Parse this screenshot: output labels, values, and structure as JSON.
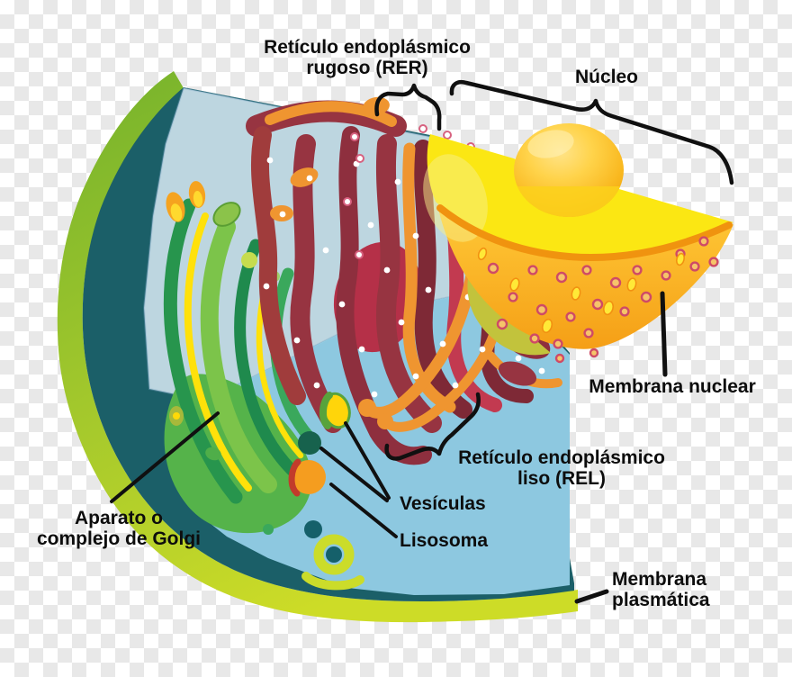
{
  "labels": {
    "rer": {
      "line1": "Retículo endoplásmico",
      "line2": "rugoso (RER)"
    },
    "nucleo": "Núcleo",
    "membrana_nuclear": "Membrana nuclear",
    "rel": {
      "line1": "Retículo endoplásmico",
      "line2": "liso (REL)"
    },
    "vesiculas": "Vesículas",
    "lisosoma": "Lisosoma",
    "golgi": {
      "line1": "Aparato o",
      "line2": "complejo de Golgi"
    },
    "membrana_plasmatica": {
      "line1": "Membrana",
      "line2": "plasmática"
    }
  },
  "diagram": {
    "subject": "animal cell cutaway (Spanish labels)",
    "organelles": [
      "Retículo endoplásmico rugoso (RER)",
      "Núcleo",
      "Membrana nuclear",
      "Retículo endoplásmico liso (REL)",
      "Vesículas",
      "Lisosoma",
      "Aparato o complejo de Golgi",
      "Membrana plasmática"
    ],
    "colors": {
      "membrane_lime_top": "#74b22c",
      "membrane_lime_bottom": "#cddc27",
      "membrane_teal": "#1b5f68",
      "cytosol_pale": "#dfeef7",
      "cytosol_blue": "#9dd7f0",
      "nucleus_face_yellow": "#fbe713",
      "nucleus_sphere_orange": "#f9a81c",
      "nucleolus_gold": "#fdc63a",
      "rer_maroon": "#973441",
      "er_orange": "#ef9530",
      "golgi_green_dark": "#1f8a4d",
      "golgi_green_light": "#7cc44a",
      "golgi_yellow": "#ffe10a",
      "lysosome_orange": "#f59d1f",
      "pore_dot_pink": "#cf4a66",
      "annotation_black": "#101010",
      "checker_gray": "#e8e8e8"
    }
  }
}
